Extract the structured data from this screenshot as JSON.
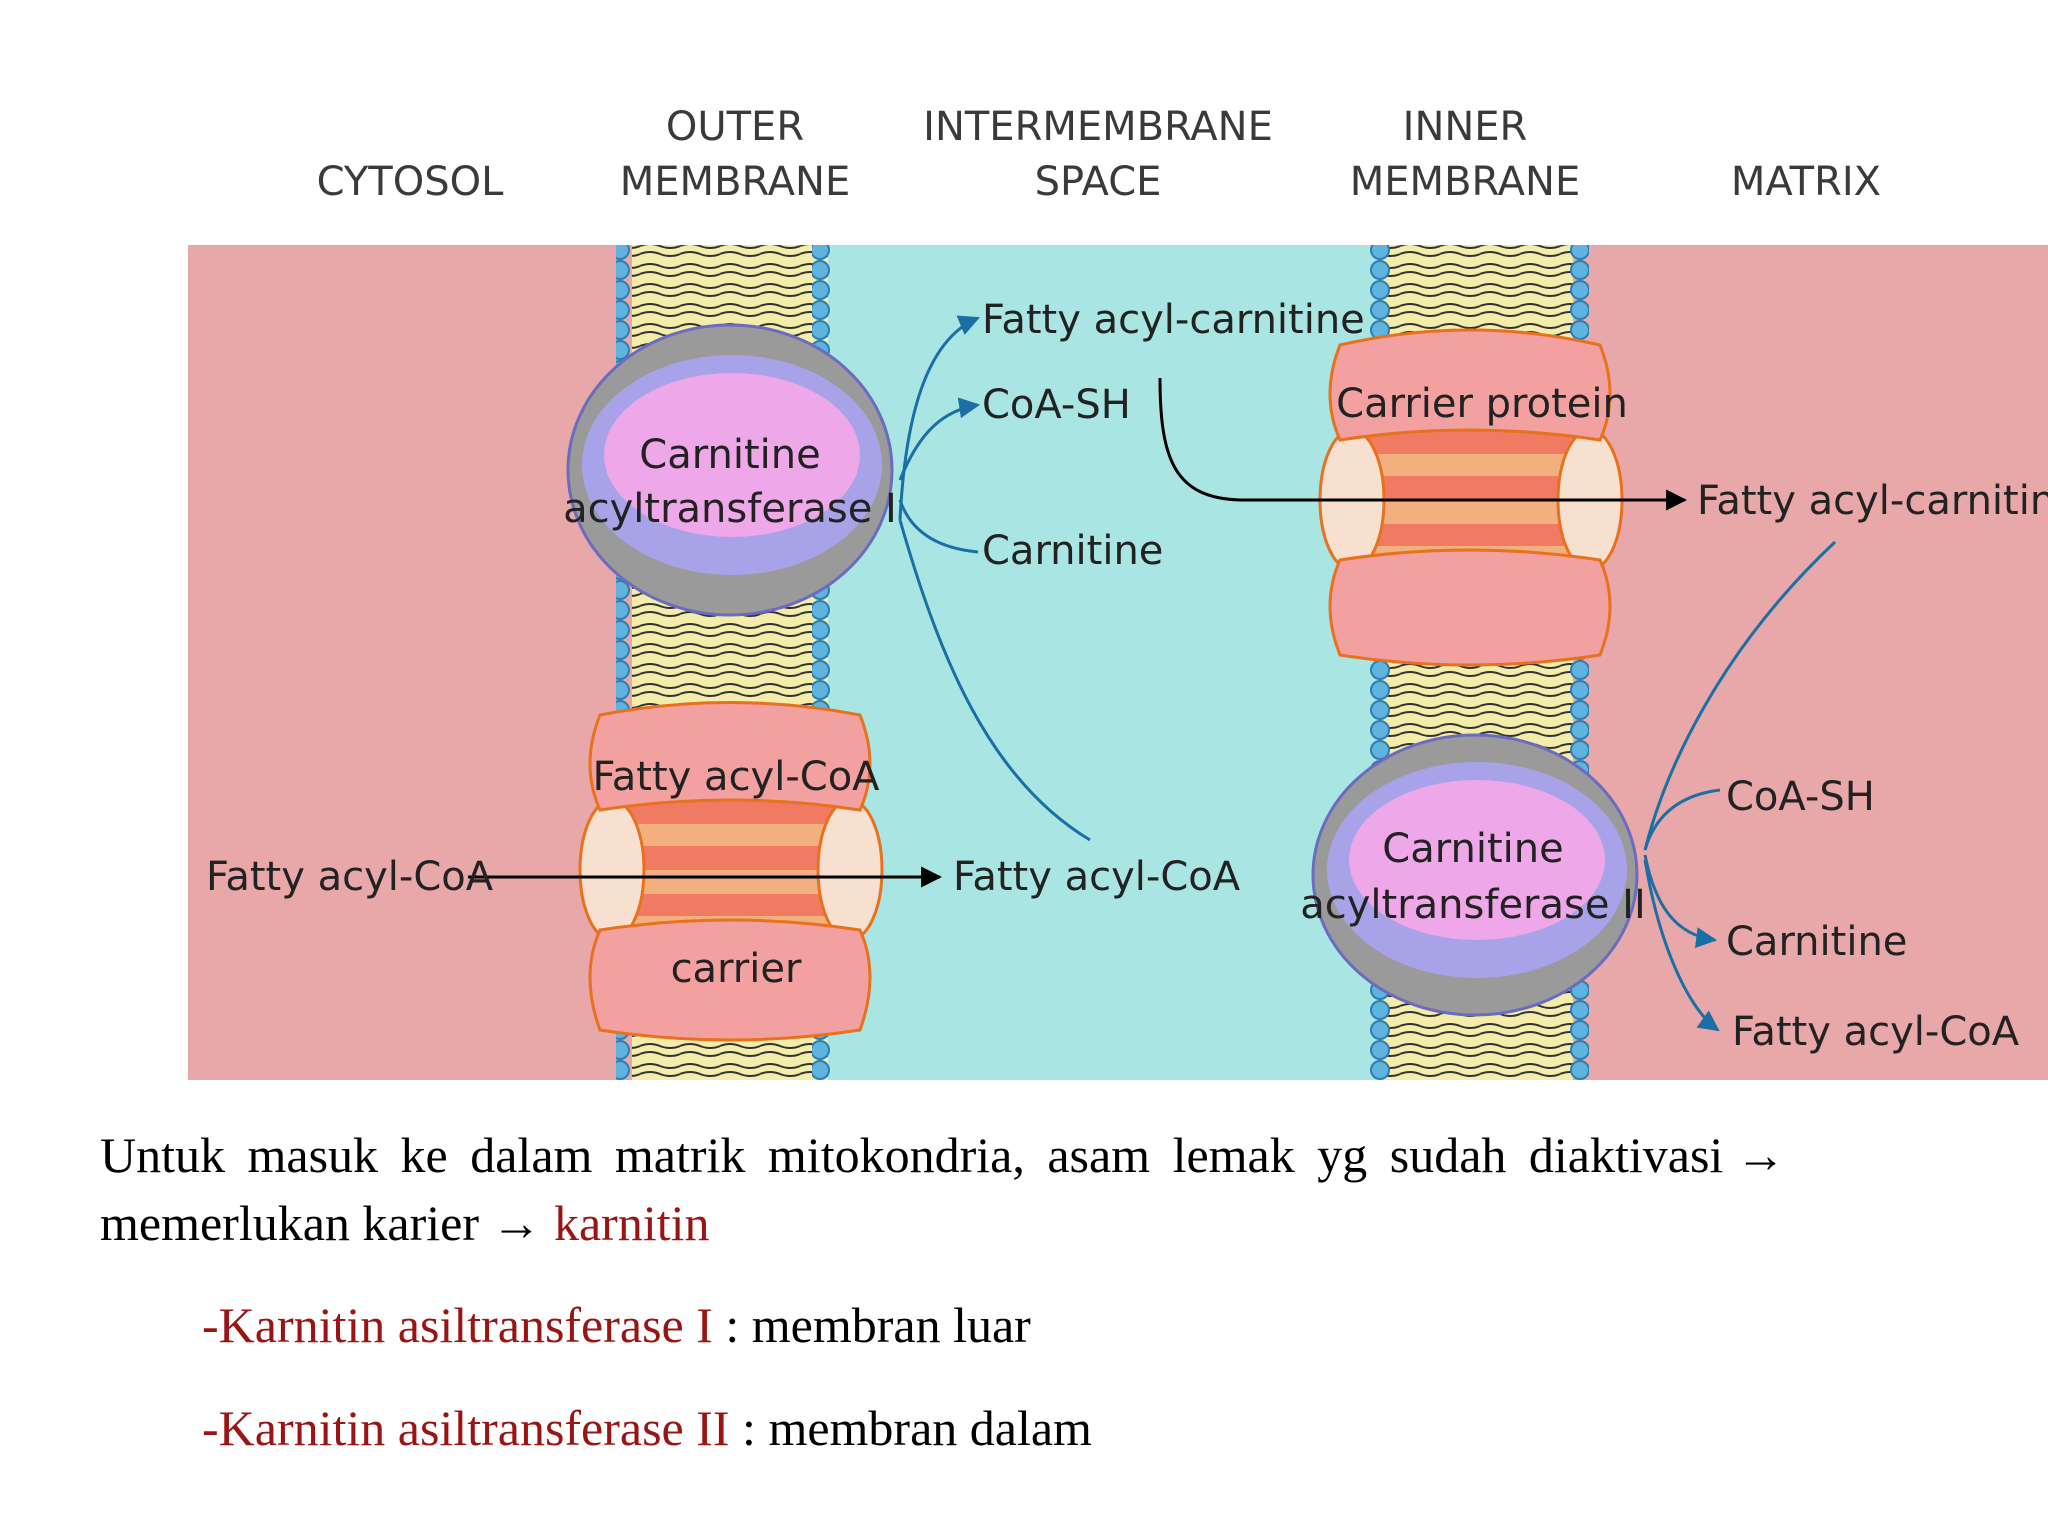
{
  "headers": {
    "cytosol": "CYTOSOL",
    "outer_1": "OUTER",
    "outer_2": "MEMBRANE",
    "inter_1": "INTERMEMBRANE",
    "inter_2": "SPACE",
    "inner_1": "INNER",
    "inner_2": "MEMBRANE",
    "matrix": "MATRIX"
  },
  "outer_membrane": {
    "enzyme_line1": "Carnitine",
    "enzyme_line2": "acyltransferase I",
    "carrier_top": "Fatty acyl-CoA",
    "carrier_bottom": "carrier"
  },
  "inner_membrane": {
    "carrier_top": "Carrier protein",
    "enzyme_line1": "Carnitine",
    "enzyme_line2": "acyltransferase II"
  },
  "labels": {
    "cytosol_fatty_acyl_coa": "Fatty acyl-CoA",
    "ims_fatty_acyl_coa": "Fatty acyl-CoA",
    "ims_fatty_acyl_carnitine": "Fatty acyl-carnitine",
    "ims_coa_sh": "CoA-SH",
    "ims_carnitine": "Carnitine",
    "matrix_fatty_acyl_carnitine": "Fatty acyl-carnitine",
    "matrix_coa_sh": "CoA-SH",
    "matrix_carnitine": "Carnitine",
    "matrix_fatty_acyl_coa": "Fatty acyl-CoA"
  },
  "caption": {
    "line1_a": "Untuk masuk ke dalam matrik mitokondria, asam lemak yg sudah diaktivasi",
    "line1_arrow": "→",
    "line2_a": "memerlukan karier",
    "line2_arrow": "→",
    "line2_red": "karnitin",
    "item1_red": "-Karnitin asiltransferase I",
    "item1_rest": " : membran luar",
    "item2_red": "-Karnitin asiltransferase II",
    "item2_rest": " : membran dalam"
  },
  "colors": {
    "cytosol_bg": "#e8a7a8",
    "intermembrane_bg": "#a9e5e3",
    "matrix_bg": "#e8a7a8",
    "blue_arrow": "#1a6fa5",
    "caption_red": "#9b1414"
  }
}
